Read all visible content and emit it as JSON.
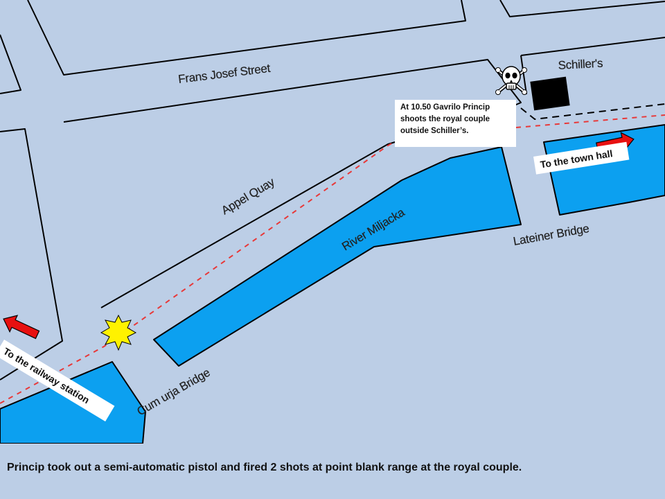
{
  "map": {
    "streets": {
      "frans_josef": "Frans Josef Street",
      "appel_quay": "Appel Quay",
      "schillers": "Schiller's"
    },
    "water": {
      "river": "River Miljacka"
    },
    "bridges": {
      "lateiner": "Lateiner Bridge",
      "cumurija": "Cum urja Bridge"
    },
    "markers": {
      "skull": "skull-crossbones-icon",
      "explosion": "explosion-icon",
      "arrow_east": "red-arrow-right-icon",
      "arrow_west": "red-arrow-left-icon"
    },
    "callouts": {
      "event": "At 10.50 Gavrilo Princip shoots the royal couple outside Schiller’s.",
      "town_hall": "To the town hall",
      "railway_station": "To the railway station"
    },
    "colors": {
      "background": "#bccee6",
      "water": "#0ca0f0",
      "route": "#e83838",
      "arrow": "#e81010",
      "explosion": "#fff200"
    }
  },
  "caption": "Princip took out a semi-automatic  pistol and fired 2 shots at point blank range at the royal couple."
}
